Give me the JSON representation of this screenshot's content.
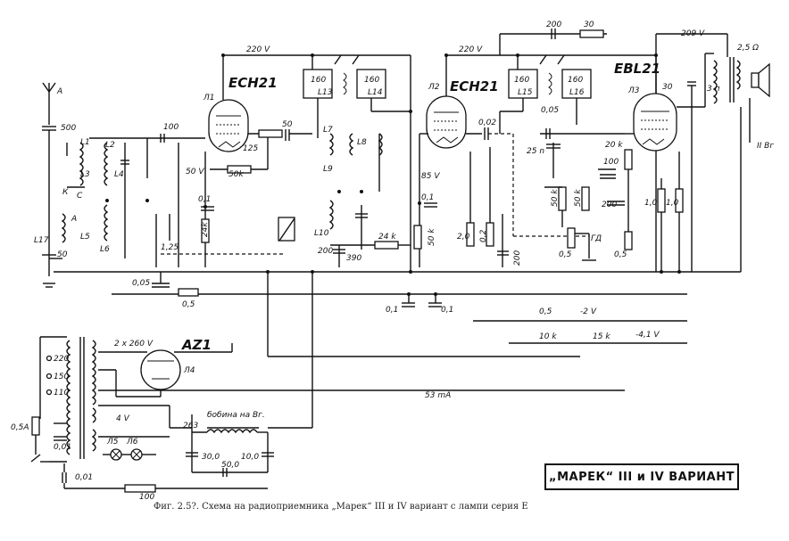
{
  "title": "„МАРЕК“ III и IV ВАРИАНТ",
  "caption": "Фиг. 2.5?. Схема на радиоприемника „Марек“ III и IV вариант с лампи серия Е",
  "tubes": [
    {
      "id": "ECH21",
      "ref": "Л1"
    },
    {
      "id": "ECH21",
      "ref": "Л2"
    },
    {
      "id": "EBL21",
      "ref": "Л3"
    },
    {
      "id": "AZ1",
      "ref": "Л4"
    }
  ],
  "voltages": {
    "v220a": "220 V",
    "v220b": "220 V",
    "v209": "209 V",
    "v50": "50 V",
    "v85": "85 V",
    "vminus2": "-2 V",
    "vminus41": "-4,1 V",
    "v2x260": "2 x 260 V",
    "v4": "4 V",
    "i53": "53 mA"
  },
  "labels": {
    "antenna": "A",
    "c500": "500",
    "c100": "100",
    "c50a": "50",
    "r125": "125",
    "r50k": "50k",
    "c01a": "0,1",
    "r24k_a": "24k",
    "c125": "1,25",
    "c005": "0,05",
    "r05a": "0,5",
    "c50b": "50",
    "L17": "L17",
    "if160a": "160",
    "if160b": "160",
    "if160c": "160",
    "if160d": "160",
    "L13": "L13",
    "L14": "L14",
    "L15": "L15",
    "L16": "L16",
    "c200a": "200",
    "r30a": "30",
    "c30b": "30",
    "c002": "0,02",
    "c005b": "0,05",
    "c25n": "25 n",
    "r20k": "20 k",
    "c100b": "100",
    "c200b": "200",
    "r50ka": "50 k",
    "r50kb": "50 k",
    "r10a": "1,0",
    "r10b": "1,0",
    "c01b": "0,1",
    "r50kc": "50 k",
    "r20": "2,0",
    "r02": "0,2",
    "c200c": "200",
    "c390": "390",
    "c200d": "200",
    "r24k_b": "24 k",
    "r05b": "0,5",
    "r05c": "0,5",
    "gd": "ГД",
    "c01c": "0,1",
    "c01d": "0,1",
    "r05d": "0,5",
    "r10k": "10 k",
    "r15k": "15 k",
    "speaker": "2,5 Ω",
    "c3n": "3 п",
    "hg": "II Вг",
    "t220": "220",
    "t150": "150",
    "t110": "110",
    "fuse": "0,5А",
    "c001a": "0,01",
    "c001b": "0,01",
    "lamp5": "Л5",
    "lamp6": "Л6",
    "r100": "100",
    "r263": "263",
    "choke": "бобина на Вг.",
    "c300": "30,0",
    "c500e": "50,0",
    "c100e": "10,0",
    "L1": "L1",
    "L2": "L2",
    "L3": "L3",
    "L4": "L4",
    "L5": "L5",
    "L6": "L6",
    "L7": "L7",
    "L8": "L8",
    "L9": "L9",
    "L10": "L10",
    "K": "К",
    "C": "С",
    "A": "А"
  }
}
